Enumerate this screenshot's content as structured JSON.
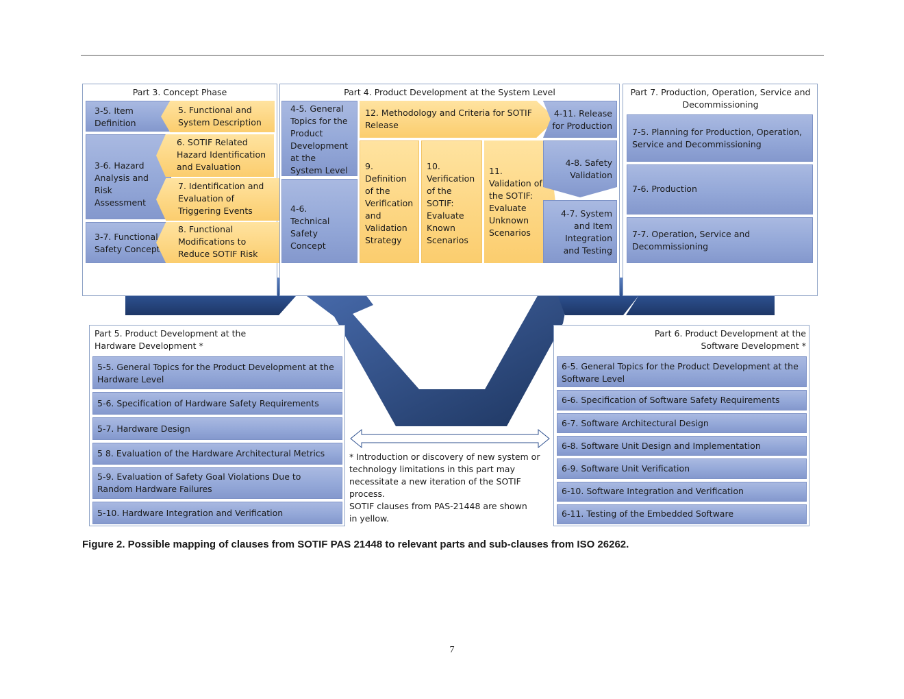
{
  "part3": {
    "title": "Part 3. Concept Phase",
    "item_definition": "3-5. Item Definition",
    "hazard_analysis": "3-6. Hazard Analysis and Risk Assessment",
    "functional_safety_concept": "3-7. Functional Safety Concept",
    "sotif_5": "5. Functional and System Description",
    "sotif_6": "6. SOTIF Related Hazard Identification and Evaluation",
    "sotif_7": "7. Identification and Evaluation of Triggering Events",
    "sotif_8": "8. Functional Modifications to Reduce SOTIF Risk"
  },
  "part4": {
    "title": "Part 4. Product Development at the System Level",
    "general_topics": "4-5. General Topics for the Product Development at the System Level",
    "technical_safety_concept": "4-6. Technical Safety Concept",
    "sotif_12": "12. Methodology and Criteria for SOTIF Release",
    "sotif_9": "9. Definition of the Verification and Validation Strategy",
    "sotif_10": "10. Verification of the SOTIF: Evaluate Known Scenarios",
    "sotif_11": "11. Validation of the SOTIF: Evaluate Unknown Scenarios",
    "release": "4-11. Release for Production",
    "safety_validation": "4-8. Safety Validation",
    "system_integration": "4-7. System and Item Integration and Testing"
  },
  "part7": {
    "title": "Part 7. Production, Operation, Service and Decommissioning",
    "items": [
      "7-5. Planning for Production, Operation, Service and Decommissioning",
      "7-6. Production",
      "7-7. Operation, Service and Decommissioning"
    ]
  },
  "part5": {
    "title": "Part 5. Product Development at the Hardware Development *",
    "items": [
      "5-5. General Topics for the Product Development at the Hardware Level",
      "5-6. Specification of Hardware Safety Requirements",
      "5-7. Hardware Design",
      "5 8. Evaluation of the Hardware Architectural Metrics",
      "5-9. Evaluation of Safety Goal Violations Due to Random Hardware Failures",
      "5-10. Hardware Integration and Verification"
    ]
  },
  "part6": {
    "title": "Part 6. Product Development at the Software Development *",
    "items": [
      "6-5. General Topics for the Product Development at the Software Level",
      "6-6. Specification of Software Safety Requirements",
      "6-7. Software Architectural Design",
      "6-8. Software Unit Design and Implementation",
      "6-9. Software Unit Verification",
      "6-10. Software Integration and Verification",
      "6-11. Testing of the Embedded Software"
    ]
  },
  "notes": {
    "iteration": "* Introduction or discovery of new system or technology limitations in this part may necessitate a new iteration of the SOTIF process.",
    "legend": "SOTIF clauses from PAS-21448 are shown in yellow."
  },
  "caption": "Figure 2. Possible mapping of clauses from SOTIF PAS 21448 to relevant parts and sub-clauses from ISO 26262.",
  "page_number": "7",
  "colors": {
    "iso_box": "#94a8d8",
    "sotif_box": "#fbcd6e",
    "v_arrow": "#1f3a6b"
  }
}
